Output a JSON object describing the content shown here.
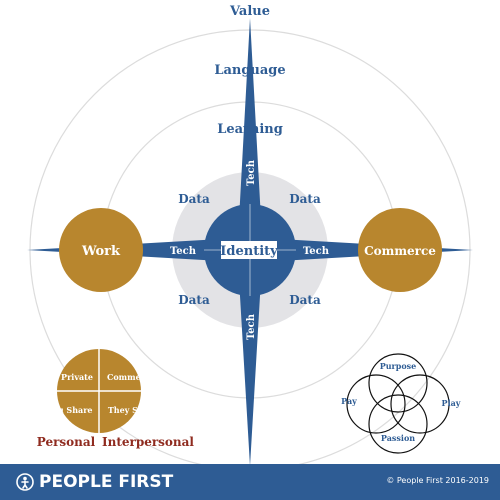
{
  "axes": {
    "value": "Value",
    "language": "Language",
    "learning": "Learning"
  },
  "tech_label": "Tech",
  "data_label": "Data",
  "core": "Identity",
  "left_circle": "Work",
  "right_circle": "Commerce",
  "quadrant": {
    "private": "Private",
    "commercial": "Commercial",
    "you_share": "You Share",
    "they_share": "They Share",
    "personal": "Personal",
    "interpersonal": "Interpersonal"
  },
  "venn": {
    "purpose": "Purpose",
    "pay": "Pay",
    "play": "Play",
    "passion": "Passion"
  },
  "footer": {
    "brand": "PEOPLE FIRST",
    "copyright": "© People First 2016-2019"
  },
  "colors": {
    "blue": "#2e5c94",
    "gold": "#b8862e",
    "red": "#8f2b1f",
    "ring": "#dcdcdc",
    "core_halo": "#e3e3e6"
  }
}
